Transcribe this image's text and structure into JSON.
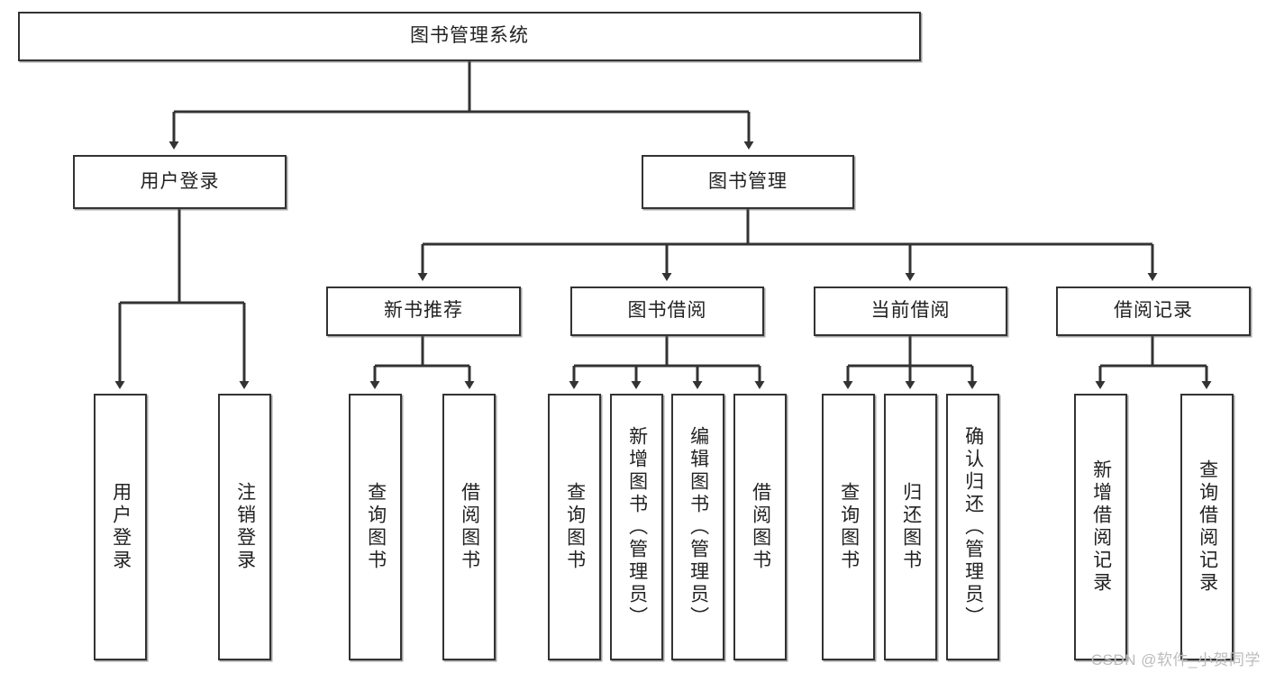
{
  "diagram": {
    "title": "图书管理系统",
    "type": "hierarchy-tree",
    "watermark": "CSDN @软件_小贺同学",
    "colors": {
      "stroke": "#333333",
      "fill": "#ffffff",
      "text": "#222222",
      "watermark": "#bcbcbc"
    },
    "levels": {
      "root": {
        "label": "图书管理系统"
      },
      "level2": [
        {
          "label": "用户登录"
        },
        {
          "label": "图书管理"
        }
      ],
      "level3": [
        {
          "label": "新书推荐"
        },
        {
          "label": "图书借阅"
        },
        {
          "label": "当前借阅"
        },
        {
          "label": "借阅记录"
        }
      ],
      "leaves": {
        "user_login": [
          {
            "label": "用户登录"
          },
          {
            "label": "注销登录"
          }
        ],
        "new_book_recommend": [
          {
            "label": "查询图书"
          },
          {
            "label": "借阅图书"
          }
        ],
        "book_borrow": [
          {
            "label": "查询图书"
          },
          {
            "label": "新增图书（管理员）"
          },
          {
            "label": "编辑图书（管理员）"
          },
          {
            "label": "借阅图书"
          }
        ],
        "current_borrow": [
          {
            "label": "查询图书"
          },
          {
            "label": "归还图书"
          },
          {
            "label": "确认归还（管理员）"
          }
        ],
        "borrow_record": [
          {
            "label": "新增借阅记录"
          },
          {
            "label": "查询借阅记录"
          }
        ]
      }
    }
  }
}
